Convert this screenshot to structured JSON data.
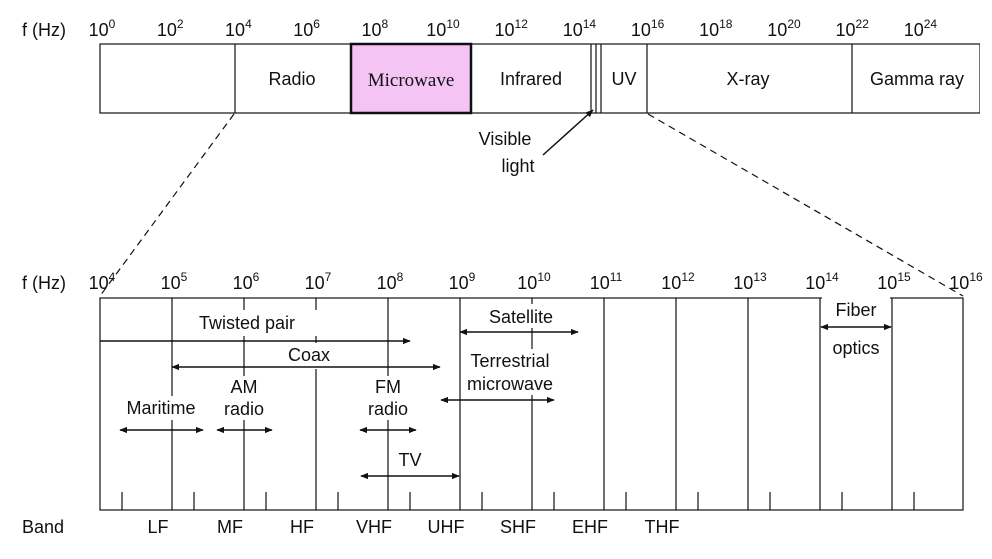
{
  "top_axis": {
    "unit_label": "f (Hz)",
    "ticks": [
      {
        "base": "10",
        "exp": "0"
      },
      {
        "base": "10",
        "exp": "2"
      },
      {
        "base": "10",
        "exp": "4"
      },
      {
        "base": "10",
        "exp": "6"
      },
      {
        "base": "10",
        "exp": "8"
      },
      {
        "base": "10",
        "exp": "10"
      },
      {
        "base": "10",
        "exp": "12"
      },
      {
        "base": "10",
        "exp": "14"
      },
      {
        "base": "10",
        "exp": "16"
      },
      {
        "base": "10",
        "exp": "18"
      },
      {
        "base": "10",
        "exp": "20"
      },
      {
        "base": "10",
        "exp": "22"
      },
      {
        "base": "10",
        "exp": "24"
      }
    ]
  },
  "spectrum": {
    "regions": [
      "Radio",
      "Microwave",
      "Infrared",
      "UV",
      "X-ray",
      "Gamma ray"
    ],
    "highlight_region": "Microwave",
    "highlight_color": "#f4c4f4",
    "visible_light": [
      "Visible",
      "light"
    ]
  },
  "bottom_axis": {
    "unit_label": "f (Hz)",
    "ticks": [
      {
        "base": "10",
        "exp": "4"
      },
      {
        "base": "10",
        "exp": "5"
      },
      {
        "base": "10",
        "exp": "6"
      },
      {
        "base": "10",
        "exp": "7"
      },
      {
        "base": "10",
        "exp": "8"
      },
      {
        "base": "10",
        "exp": "9"
      },
      {
        "base": "10",
        "exp": "10"
      },
      {
        "base": "10",
        "exp": "11"
      },
      {
        "base": "10",
        "exp": "12"
      },
      {
        "base": "10",
        "exp": "13"
      },
      {
        "base": "10",
        "exp": "14"
      },
      {
        "base": "10",
        "exp": "15"
      },
      {
        "base": "10",
        "exp": "16"
      }
    ]
  },
  "media": {
    "twisted_pair": "Twisted pair",
    "coax": "Coax",
    "satellite": "Satellite",
    "terrestrial": [
      "Terrestrial",
      "microwave"
    ],
    "maritime": "Maritime",
    "am_radio": [
      "AM",
      "radio"
    ],
    "fm_radio": [
      "FM",
      "radio"
    ],
    "tv": "TV",
    "fiber": [
      "Fiber",
      "optics"
    ]
  },
  "bands": {
    "label": "Band",
    "names": [
      "LF",
      "MF",
      "HF",
      "VHF",
      "UHF",
      "SHF",
      "EHF",
      "THF"
    ]
  }
}
